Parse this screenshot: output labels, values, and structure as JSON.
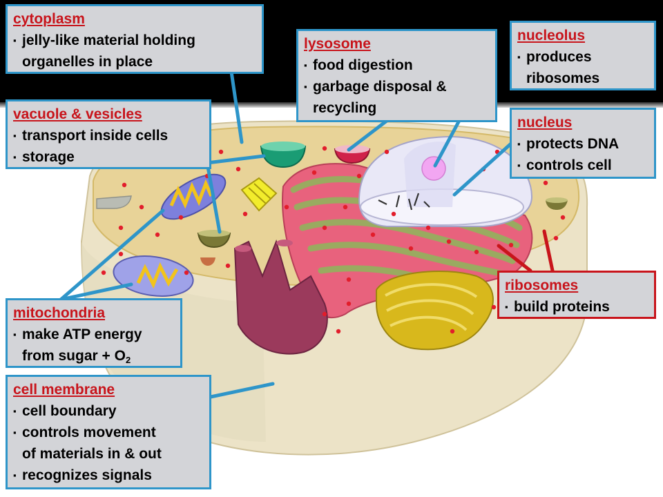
{
  "colors": {
    "label_border_blue": "#2e95c9",
    "label_border_red": "#c8141b",
    "title_red": "#c8141b",
    "box_fill": "#d3d4d8",
    "cytoplasm": "#e8d398",
    "membrane": "#ece3c7",
    "nucleus": "#e9e8f7",
    "nucleolus": "#f2a6f2",
    "er_pink": "#e8627d",
    "er_green": "#9aaa60",
    "golgi": "#d8b81c",
    "mitochondria": "#7d80dd"
  },
  "bullet": "▪",
  "labels": {
    "cytoplasm": {
      "title": "cytoplasm",
      "line1": "jelly-like material holding",
      "line2": "organelles in place"
    },
    "lysosome": {
      "title": "lysosome",
      "line1": "food digestion",
      "line2": "garbage disposal &",
      "line3": "recycling"
    },
    "nucleolus": {
      "title": "nucleolus",
      "line1": "produces",
      "line2": "ribosomes"
    },
    "vacuole": {
      "title": "vacuole & vesicles",
      "line1": "transport inside cells",
      "line2": "storage"
    },
    "nucleus": {
      "title": "nucleus",
      "line1": "protects DNA",
      "line2": "controls cell"
    },
    "ribosomes": {
      "title": "ribosomes",
      "line1": "build proteins"
    },
    "mitochondria": {
      "title": "mitochondria",
      "line1": "make ATP energy",
      "line2": "from sugar + O",
      "line2_sub": "2"
    },
    "membrane": {
      "title": "cell membrane",
      "line1": "cell boundary",
      "line2": "controls movement",
      "line3": "of materials in & out",
      "line4": "recognizes signals"
    }
  }
}
